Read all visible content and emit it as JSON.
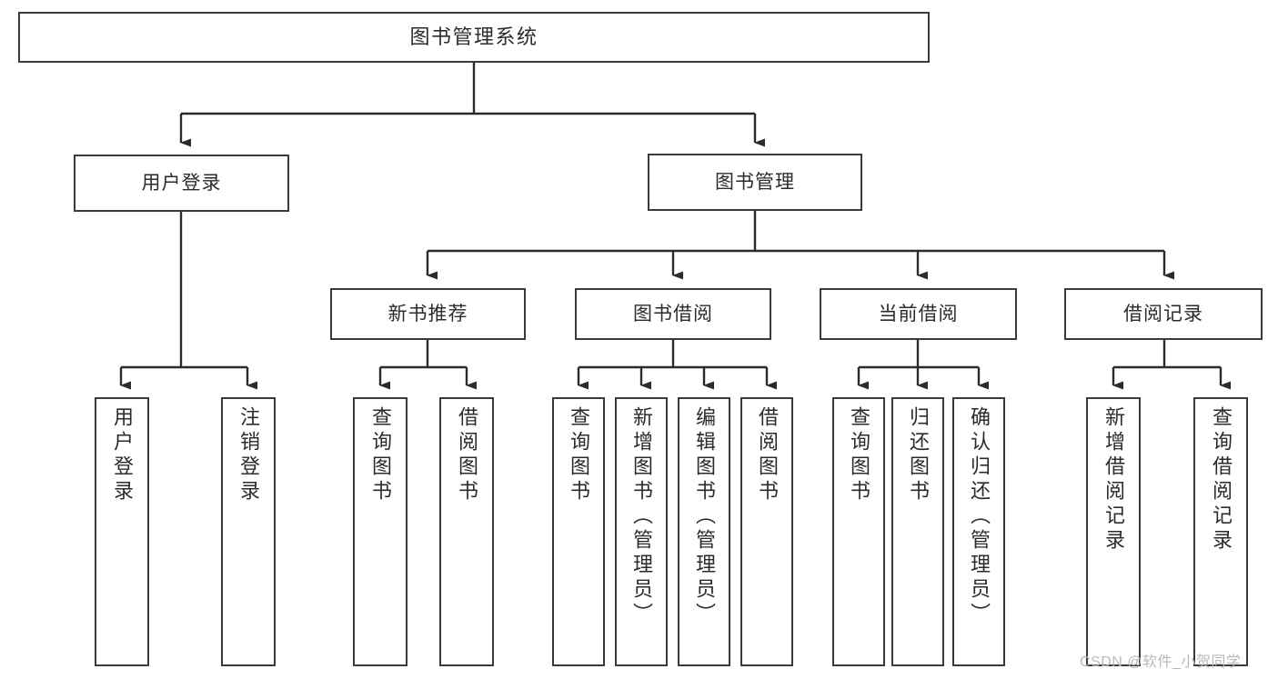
{
  "diagram": {
    "title": "图书管理系统",
    "type": "tree-hierarchy",
    "root": {
      "label": "图书管理系统"
    },
    "level2": [
      {
        "label": "用户登录"
      },
      {
        "label": "图书管理"
      }
    ],
    "level3": [
      {
        "label": "新书推荐"
      },
      {
        "label": "图书借阅"
      },
      {
        "label": "当前借阅"
      },
      {
        "label": "借阅记录"
      }
    ],
    "leaves": {
      "user_login": [
        {
          "label": "用户登录"
        },
        {
          "label": "注销登录"
        }
      ],
      "new_book_recommend": [
        {
          "label": "查询图书"
        },
        {
          "label": "借阅图书"
        }
      ],
      "book_borrow": [
        {
          "label": "查询图书"
        },
        {
          "label": "新增图书（管理员）"
        },
        {
          "label": "编辑图书（管理员）"
        },
        {
          "label": "借阅图书"
        }
      ],
      "current_borrow": [
        {
          "label": "查询图书"
        },
        {
          "label": "归还图书"
        },
        {
          "label": "确认归还（管理员）"
        }
      ],
      "borrow_record": [
        {
          "label": "新增借阅记录"
        },
        {
          "label": "查询借阅记录"
        }
      ]
    }
  },
  "watermark": {
    "text": "CSDN @软件_小贺同学"
  },
  "colors": {
    "stroke": "#3a3a3a",
    "box_fill": "#ffffff",
    "text": "#2b2b2b",
    "watermark": "#b9b9b9"
  }
}
